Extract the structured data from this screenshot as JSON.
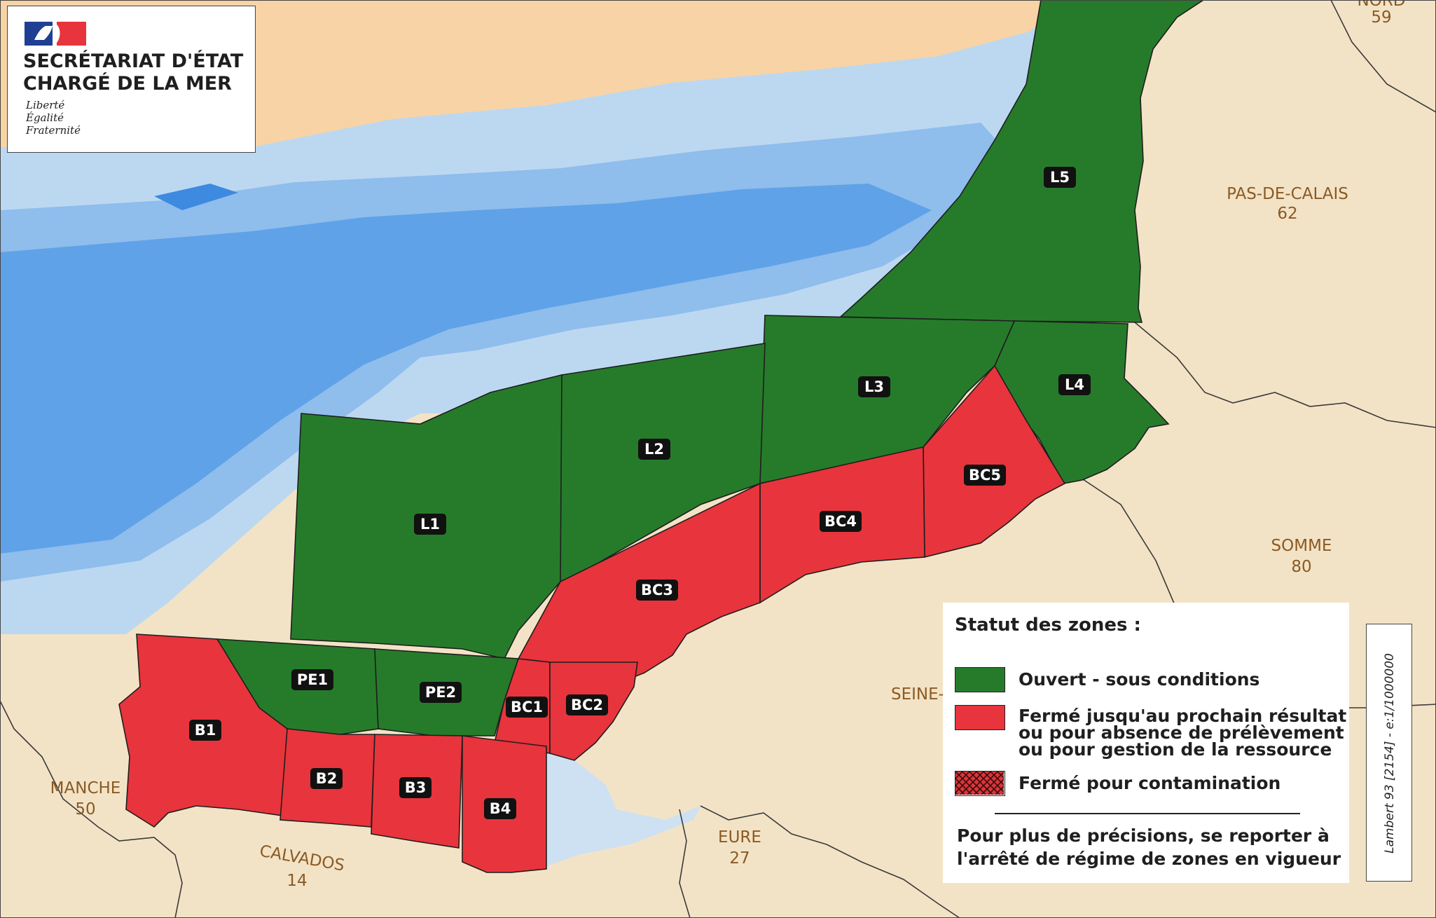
{
  "header": {
    "title_line1": "SECRÉTARIAT D'ÉTAT",
    "title_line2": "CHARGÉ DE LA MER",
    "motto": [
      "Liberté",
      "Égalité",
      "Fraternité"
    ]
  },
  "zones": [
    {
      "label": "L1",
      "status": "open"
    },
    {
      "label": "L2",
      "status": "open"
    },
    {
      "label": "L3",
      "status": "open"
    },
    {
      "label": "L4",
      "status": "open"
    },
    {
      "label": "L5",
      "status": "open"
    },
    {
      "label": "PE1",
      "status": "open"
    },
    {
      "label": "PE2",
      "status": "open"
    },
    {
      "label": "BC1",
      "status": "closed"
    },
    {
      "label": "BC2",
      "status": "closed"
    },
    {
      "label": "BC3",
      "status": "closed"
    },
    {
      "label": "BC4",
      "status": "closed"
    },
    {
      "label": "BC5",
      "status": "closed"
    },
    {
      "label": "B1",
      "status": "closed"
    },
    {
      "label": "B2",
      "status": "closed"
    },
    {
      "label": "B3",
      "status": "closed"
    },
    {
      "label": "B4",
      "status": "closed"
    }
  ],
  "departments": [
    {
      "name": "PAS-DE-CALAIS",
      "number": "62"
    },
    {
      "name": "SOMME",
      "number": "80"
    },
    {
      "name": "MANCHE",
      "number": "50"
    },
    {
      "name": "CALVADOS",
      "number": "14"
    },
    {
      "name": "EURE",
      "number": "27"
    },
    {
      "name": "SEINE-",
      "number": ""
    },
    {
      "name": "NORD",
      "number": "59"
    }
  ],
  "legend": {
    "title": "Statut des zones :",
    "items": [
      {
        "lines": [
          "Ouvert - sous conditions"
        ],
        "color": "#267b2a"
      },
      {
        "lines": [
          "Fermé jusqu'au prochain résultat",
          "ou pour absence de prélèvement",
          "ou pour gestion de la ressource"
        ],
        "color": "#e8343c"
      },
      {
        "lines": [
          "Fermé pour contamination"
        ],
        "color": "#d9353a",
        "pattern": "crosshatch"
      }
    ],
    "note": [
      "Pour plus de précisions, se reporter à",
      "l'arrêté de régime de zones en vigueur"
    ]
  },
  "projection": "Lambert 93 [2154] - e:1/1000000",
  "colors": {
    "open": "#267b2a",
    "closed": "#e8343c",
    "land": "#f3e3c6",
    "sea_deep": "#5fa2e8",
    "sea_shallow": "#cde1f2",
    "border": "#3a3a3a"
  }
}
